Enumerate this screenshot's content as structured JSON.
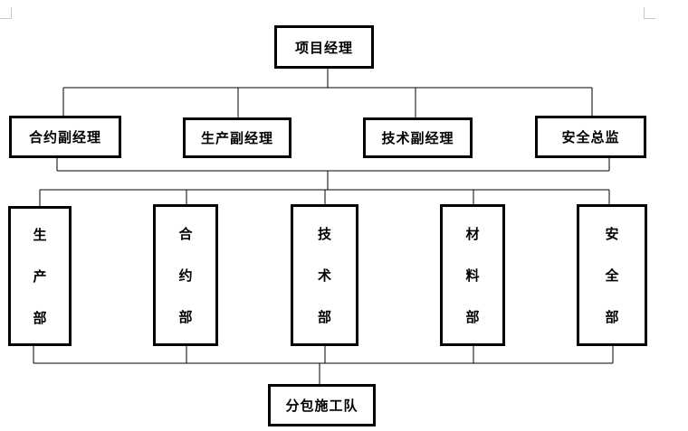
{
  "top": {
    "label": "项目经理"
  },
  "deputies": [
    {
      "label": "合约副经理"
    },
    {
      "label": "生产副经理"
    },
    {
      "label": "技术副经理"
    },
    {
      "label": "安全总监"
    }
  ],
  "departments": [
    {
      "chars": [
        "生",
        "产",
        "部"
      ]
    },
    {
      "chars": [
        "合",
        "约",
        "部"
      ]
    },
    {
      "chars": [
        "技",
        "术",
        "部"
      ]
    },
    {
      "chars": [
        "材",
        "料",
        "部"
      ]
    },
    {
      "chars": [
        "安",
        "全",
        "部"
      ]
    }
  ],
  "bottom": {
    "label": "分包施工队"
  }
}
